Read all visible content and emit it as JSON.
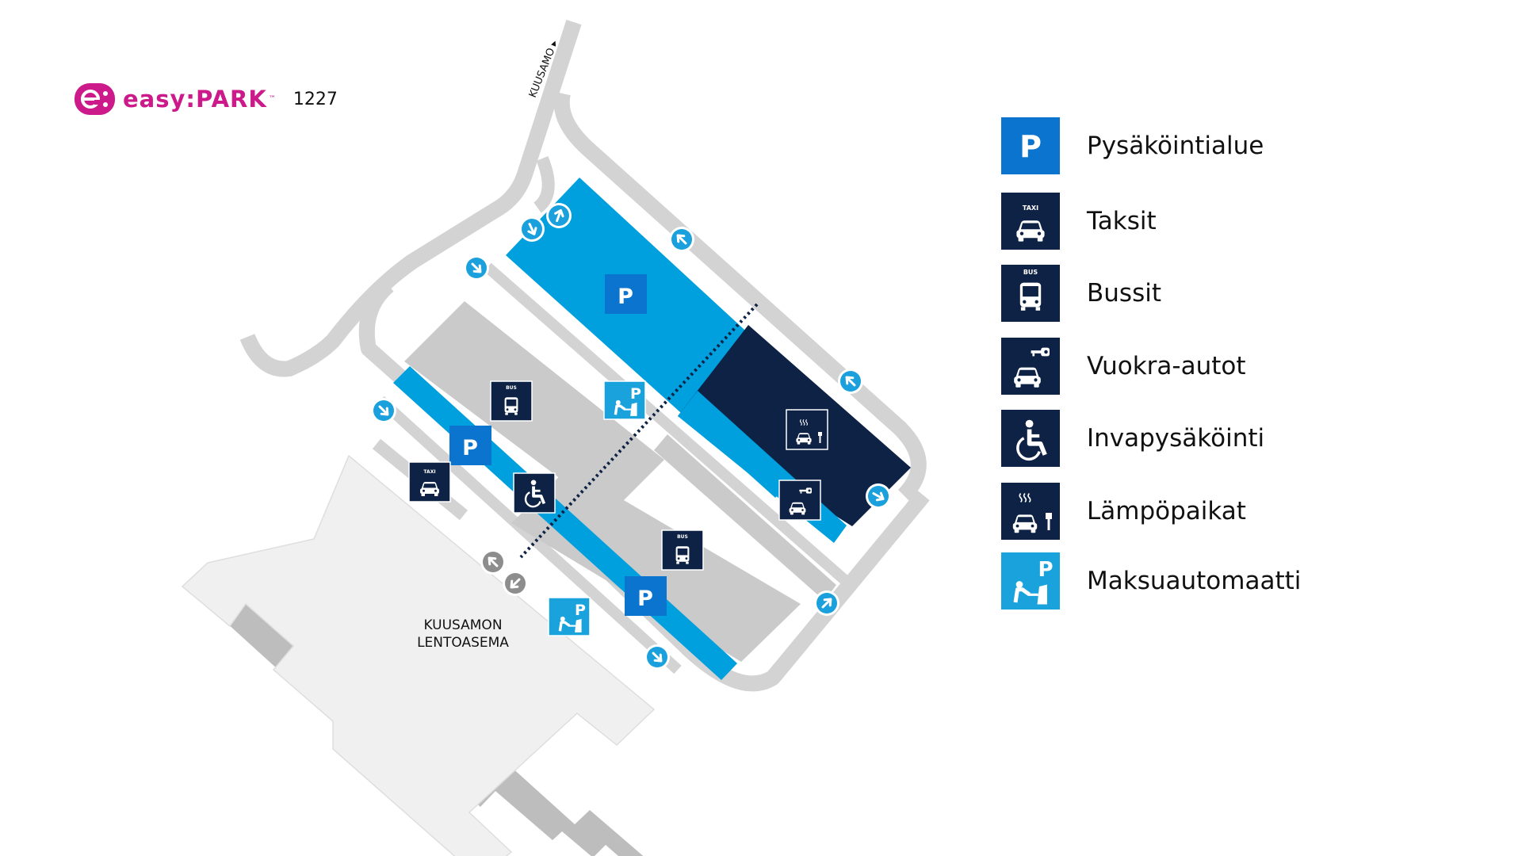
{
  "brand": {
    "name": "easy:PARK",
    "trademark": "™",
    "map_id": "1227"
  },
  "map": {
    "road_label": "KUUSAMO ▸",
    "terminal_label_line1": "KUUSAMON",
    "terminal_label_line2": "LENTOASEMA",
    "parking_letter": "P",
    "bus_text": "BUS",
    "taxi_text": "TAXI"
  },
  "legend": {
    "items": [
      {
        "key": "parking",
        "label": "Pysäköintialue",
        "color": "#0a74cf"
      },
      {
        "key": "taxi",
        "label": "Taksit",
        "color": "#0d2244"
      },
      {
        "key": "bus",
        "label": "Bussit",
        "color": "#0d2244"
      },
      {
        "key": "rental",
        "label": "Vuokra-autot",
        "color": "#0d2244"
      },
      {
        "key": "disabled",
        "label": "Invapysäköinti",
        "color": "#0d2244"
      },
      {
        "key": "heated",
        "label": "Lämpöpaikat",
        "color": "#0d2244"
      },
      {
        "key": "payment",
        "label": "Maksuautomaatti",
        "color": "#19a2dc"
      }
    ]
  },
  "colors": {
    "road": "#d3d3d3",
    "lot_grey": "#cacaca",
    "lane_cyan": "#009fdd",
    "parking_blue": "#0a74cf",
    "navy": "#0d2244",
    "payment_cyan": "#19a2dc",
    "building": "#f0f0f0",
    "brand_pink": "#cc1a8b"
  }
}
